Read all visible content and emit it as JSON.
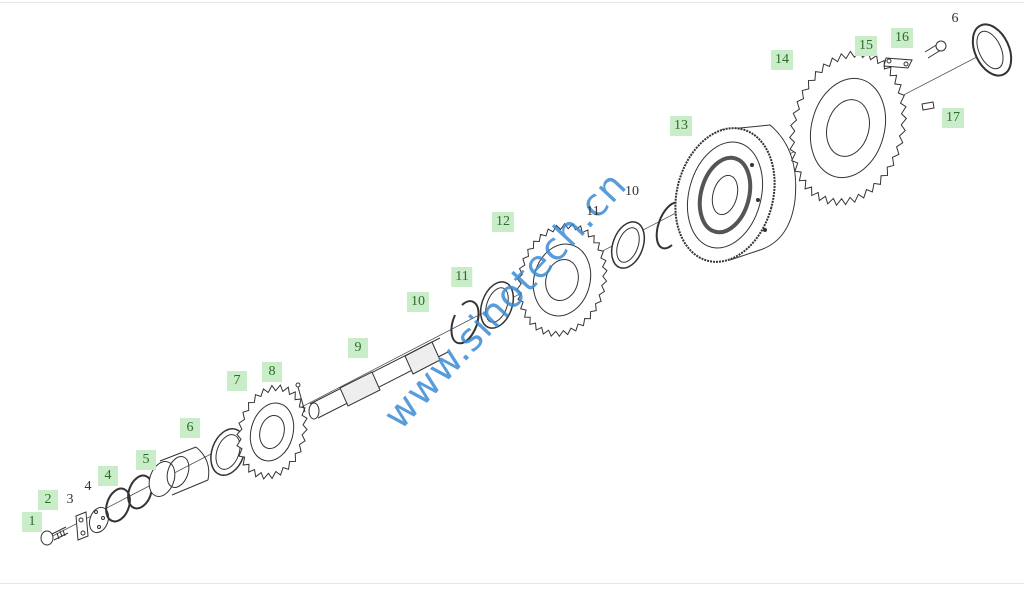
{
  "diagram": {
    "callouts": [
      {
        "id": "c1",
        "text": "1",
        "boxed": true
      },
      {
        "id": "c2",
        "text": "2",
        "boxed": true
      },
      {
        "id": "c3",
        "text": "3",
        "boxed": false
      },
      {
        "id": "c4a",
        "text": "4",
        "boxed": false
      },
      {
        "id": "c4b",
        "text": "4",
        "boxed": true
      },
      {
        "id": "c5",
        "text": "5",
        "boxed": true
      },
      {
        "id": "c6a",
        "text": "6",
        "boxed": true
      },
      {
        "id": "c7",
        "text": "7",
        "boxed": true
      },
      {
        "id": "c8",
        "text": "8",
        "boxed": true
      },
      {
        "id": "c9",
        "text": "9",
        "boxed": true
      },
      {
        "id": "c10a",
        "text": "10",
        "boxed": true
      },
      {
        "id": "c11a",
        "text": "11",
        "boxed": true
      },
      {
        "id": "c12",
        "text": "12",
        "boxed": true
      },
      {
        "id": "c11b",
        "text": "11",
        "boxed": false
      },
      {
        "id": "c10b",
        "text": "10",
        "boxed": false
      },
      {
        "id": "c13",
        "text": "13",
        "boxed": true
      },
      {
        "id": "c14",
        "text": "14",
        "boxed": true
      },
      {
        "id": "c15",
        "text": "15",
        "boxed": true
      },
      {
        "id": "c16",
        "text": "16",
        "boxed": true
      },
      {
        "id": "c17",
        "text": "17",
        "boxed": true
      },
      {
        "id": "c6b",
        "text": "6",
        "boxed": false
      }
    ],
    "watermark": "www.sinotech.cn",
    "colors": {
      "callout_bg": "#c9ecc9",
      "callout_text": "#2c6b2c",
      "watermark": "#3b8bd6",
      "line": "#333333"
    }
  }
}
